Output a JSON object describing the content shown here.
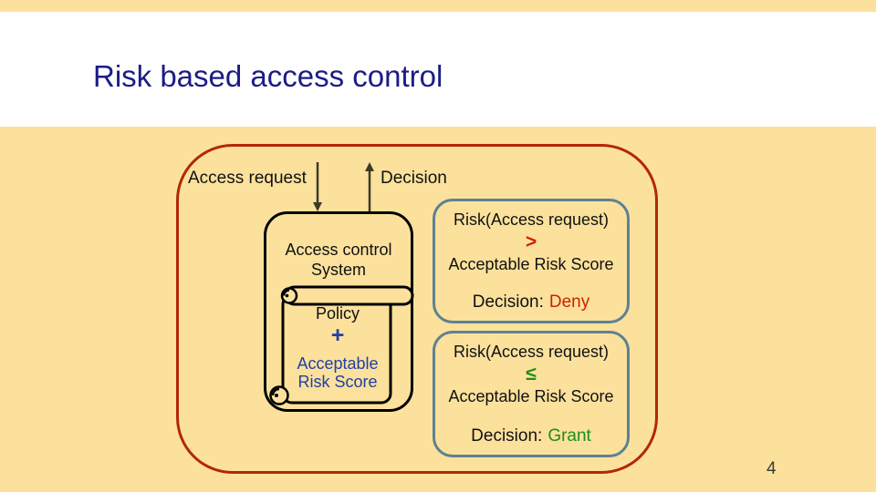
{
  "slide": {
    "title": "Risk based access control",
    "page_number": "4"
  },
  "colors": {
    "background_tan": "#fbe19c",
    "header_band": "#ffffff",
    "title_navy": "#1c1c86",
    "outer_frame_red": "#b32707",
    "risk_box_border_slate": "#5f8193",
    "system_box_border": "#000000",
    "scroll_blue_text": "#2140a5",
    "deny_red": "#cc2200",
    "grant_green": "#1f8c1f",
    "arrow_dark": "#3a3a28"
  },
  "diagram": {
    "access_request_label": "Access request",
    "decision_label": "Decision",
    "system_box": {
      "line1": "Access control",
      "line2": "System"
    },
    "scroll": {
      "policy": "Policy",
      "plus": "+",
      "acceptable_line1": "Acceptable",
      "acceptable_line2": "Risk Score"
    },
    "deny_box": {
      "line1": "Risk(Access request)",
      "operator": ">",
      "line2": "Acceptable Risk Score",
      "decision_label": "Decision:",
      "decision_value": "Deny"
    },
    "grant_box": {
      "line1": "Risk(Access request)",
      "operator": "≤",
      "line2": "Acceptable Risk Score",
      "decision_label": "Decision:",
      "decision_value": "Grant"
    }
  }
}
